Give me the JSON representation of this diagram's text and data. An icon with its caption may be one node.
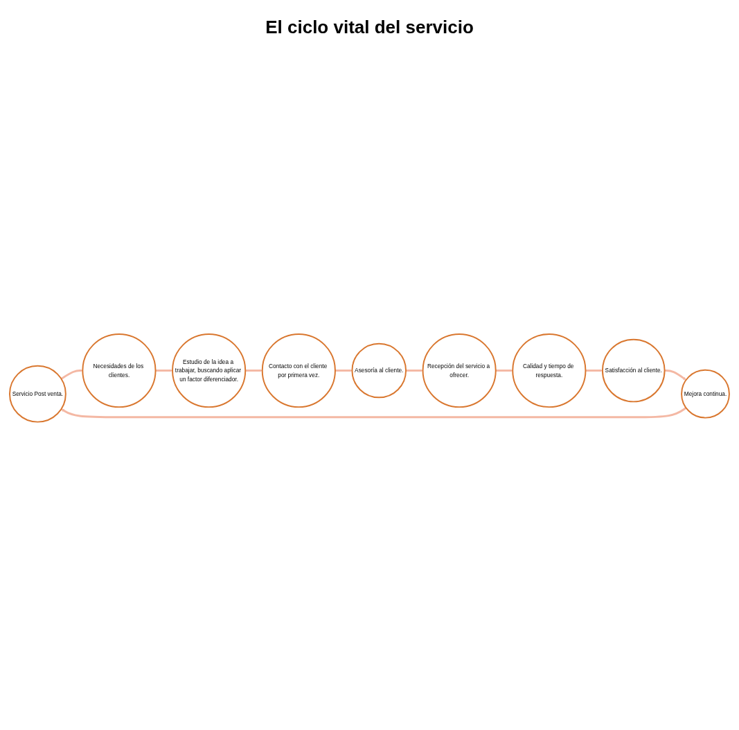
{
  "diagram": {
    "title": "El ciclo vital del servicio",
    "nodes": [
      {
        "text": [
          "Servicio Post venta."
        ]
      },
      {
        "text": [
          "Necesidades de los clientes."
        ]
      },
      {
        "text": [
          "Estudio de la idea a trabajar, buscando aplicar un factor diferenciador."
        ]
      },
      {
        "text": [
          "Contacto con el cliente por primera vez."
        ]
      },
      {
        "text": [
          "Asesoría al cliente."
        ]
      },
      {
        "text": [
          "Recepción del servicio a ofrecer."
        ]
      },
      {
        "text": [
          "Calidad y tiempo de respuesta."
        ]
      },
      {
        "text": [
          "Satisfacción al cliente."
        ]
      },
      {
        "text": [
          "Mejora continua."
        ]
      }
    ],
    "edges": [
      {
        "from": 0,
        "to": 1,
        "arrow": "to"
      },
      {
        "from": 1,
        "to": 2,
        "arrow": "to"
      },
      {
        "from": 2,
        "to": 3,
        "arrow": "to"
      },
      {
        "from": 3,
        "to": 4,
        "arrow": "to"
      },
      {
        "from": 4,
        "to": 5,
        "arrow": "to"
      },
      {
        "from": 5,
        "to": 6,
        "arrow": "to"
      },
      {
        "from": 6,
        "to": 7,
        "arrow": "to"
      },
      {
        "from": 7,
        "to": 8,
        "arrow": "to"
      },
      {
        "from": 8,
        "to": 0,
        "arrow": "to"
      }
    ]
  }
}
